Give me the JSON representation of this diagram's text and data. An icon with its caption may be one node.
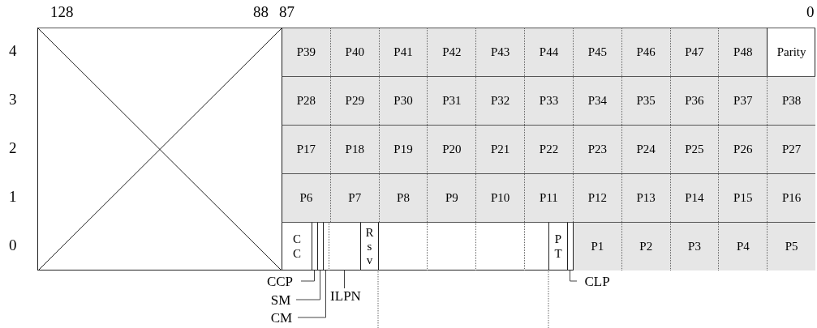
{
  "diagram": {
    "nodes": [
      {
        "text": [],
        "shape": "box"
      },
      {
        "text": [
          "P39"
        ]
      },
      {
        "text": [
          "P40"
        ]
      },
      {
        "text": [
          "P41"
        ]
      },
      {
        "text": [
          "P42"
        ]
      },
      {
        "text": [
          "P43"
        ]
      },
      {
        "text": [
          "P44"
        ]
      },
      {
        "text": [
          "P45"
        ]
      },
      {
        "text": [
          "P46"
        ]
      },
      {
        "text": [
          "P47"
        ]
      },
      {
        "text": [
          "P48"
        ]
      },
      {
        "text": [
          "Parity"
        ]
      },
      {
        "text": [
          "P28"
        ]
      },
      {
        "text": [
          "P29"
        ]
      },
      {
        "text": [
          "P30"
        ]
      },
      {
        "text": [
          "P31"
        ]
      },
      {
        "text": [
          "P32"
        ]
      },
      {
        "text": [
          "P33"
        ]
      },
      {
        "text": [
          "P34"
        ]
      },
      {
        "text": [
          "P35"
        ]
      },
      {
        "text": [
          "P36"
        ]
      },
      {
        "text": [
          "P37"
        ]
      },
      {
        "text": [
          "P38"
        ]
      },
      {
        "text": [
          "P17"
        ]
      },
      {
        "text": [
          "P18"
        ]
      },
      {
        "text": [
          "P19"
        ]
      },
      {
        "text": [
          "P20"
        ]
      },
      {
        "text": [
          "P21"
        ]
      },
      {
        "text": [
          "P22"
        ]
      },
      {
        "text": [
          "P23"
        ]
      },
      {
        "text": [
          "P24"
        ]
      },
      {
        "text": [
          "P25"
        ]
      },
      {
        "text": [
          "P26"
        ]
      },
      {
        "text": [
          "P27"
        ]
      },
      {
        "text": [
          "P6"
        ]
      },
      {
        "text": [
          "P7"
        ]
      },
      {
        "text": [
          "P8"
        ]
      },
      {
        "text": [
          "P9"
        ]
      },
      {
        "text": [
          "P10"
        ]
      },
      {
        "text": [
          "P11"
        ]
      },
      {
        "text": [
          "P12"
        ]
      },
      {
        "text": [
          "P13"
        ]
      },
      {
        "text": [
          "P14"
        ]
      },
      {
        "text": [
          "P15"
        ]
      },
      {
        "text": [
          "P16"
        ]
      },
      {
        "text": [
          "CC"
        ]
      },
      {
        "text": [],
        "shape": "box"
      },
      {
        "text": [],
        "shape": "box"
      },
      {
        "text": [],
        "shape": "box"
      },
      {
        "text": [],
        "shape": "box"
      },
      {
        "text": [
          "Rsv"
        ]
      },
      {
        "text": [],
        "shape": "box"
      },
      {
        "text": [],
        "shape": "box"
      },
      {
        "text": [],
        "shape": "box"
      },
      {
        "text": [],
        "shape": "box"
      },
      {
        "text": [
          "PT"
        ]
      },
      {
        "text": [],
        "shape": "box"
      },
      {
        "text": [
          "P1"
        ]
      },
      {
        "text": [
          "P2"
        ]
      },
      {
        "text": [
          "P3"
        ]
      },
      {
        "text": [
          "P4"
        ]
      },
      {
        "text": [
          "P5"
        ]
      },
      {
        "text": [
          "CCP"
        ]
      },
      {
        "text": [
          "SM"
        ]
      },
      {
        "text": [
          "CM"
        ]
      },
      {
        "text": [
          "ILPN"
        ]
      },
      {
        "text": [
          "CLP"
        ]
      }
    ],
    "edges": [
      {
        "from": 62,
        "to": 46,
        "arrow": "none"
      },
      {
        "from": 63,
        "to": 47,
        "arrow": "none"
      },
      {
        "from": 64,
        "to": 48,
        "arrow": "none"
      },
      {
        "from": 65,
        "to": 49,
        "arrow": "none"
      },
      {
        "from": 66,
        "to": 56,
        "arrow": "none"
      }
    ],
    "labels": [
      "128",
      "88",
      "87",
      "0",
      "4",
      "3",
      "2",
      "1",
      "0"
    ]
  }
}
